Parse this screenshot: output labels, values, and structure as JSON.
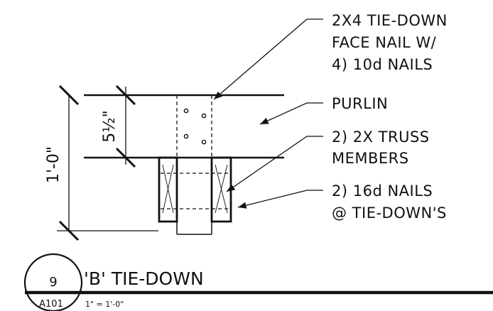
{
  "detail": {
    "number": "9",
    "sheet": "A101",
    "title": "'B' TIE-DOWN",
    "scale": "1\" = 1'-0\""
  },
  "dimensions": {
    "overall": "1'-0\"",
    "purlin_depth": "5½\""
  },
  "notes": {
    "tie_down": [
      "2X4 TIE-DOWN",
      "FACE NAIL W/",
      "4) 10d NAILS"
    ],
    "purlin": [
      "PURLIN"
    ],
    "truss": [
      "2) 2X TRUSS",
      "MEMBERS"
    ],
    "nails": [
      "2) 16d NAILS",
      "@ TIE-DOWN'S"
    ]
  }
}
